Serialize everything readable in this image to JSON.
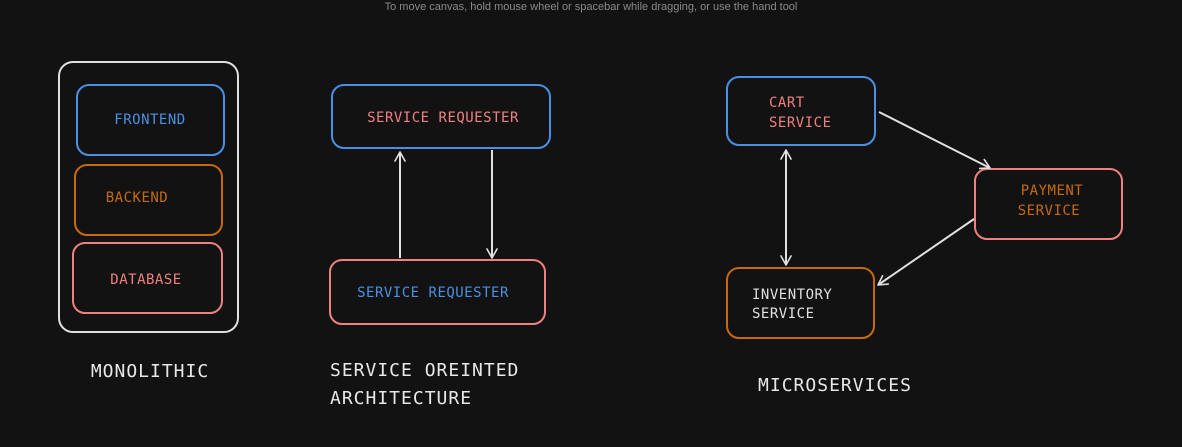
{
  "hint": "To move canvas, hold mouse wheel or spacebar while dragging, or use the hand tool",
  "colors": {
    "background": "#121212",
    "blue": "#4a90e2",
    "orange": "#c76a0e",
    "red": "#f08080",
    "white": "#e0e0e0"
  },
  "monolithic": {
    "frontend": "FRONTEND",
    "backend": "BACKEND",
    "database": "DATABASE",
    "caption": "MONOLITHIC"
  },
  "soa": {
    "top_box": "SERVICE REQUESTER",
    "bottom_box": "SERVICE REQUESTER",
    "caption_line1": "SERVICE OREINTED",
    "caption_line2": "ARCHITECTURE"
  },
  "microservices": {
    "cart_line1": "CART",
    "cart_line2": "SERVICE",
    "payment_line1": "PAYMENT",
    "payment_line2": "SERVICE",
    "inventory_line1": "INVENTORY",
    "inventory_line2": "SERVICE",
    "caption": "MICROSERVICES"
  }
}
